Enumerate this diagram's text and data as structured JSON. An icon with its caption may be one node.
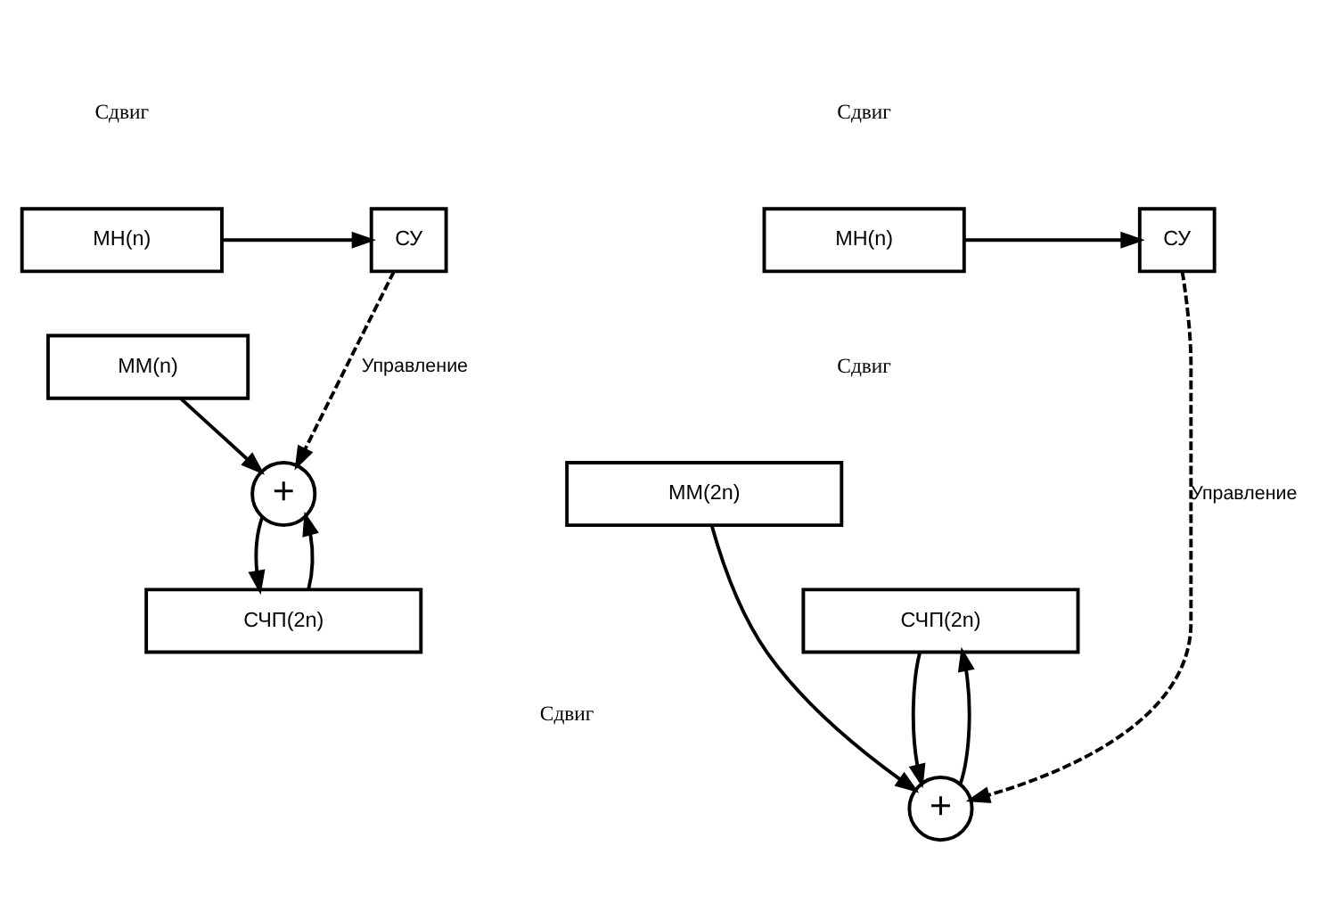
{
  "diagram": {
    "nodes": [
      {
        "text": [
          "МН(n)"
        ]
      },
      {
        "text": [
          "СУ"
        ]
      },
      {
        "text": [
          "ММ(n)"
        ]
      },
      {
        "text": [
          "+"
        ]
      },
      {
        "text": [
          "СЧП(2n)"
        ]
      },
      {
        "text": [
          "МН(n)"
        ]
      },
      {
        "text": [
          "СУ"
        ]
      },
      {
        "text": [
          "ММ(2n)"
        ]
      },
      {
        "text": [
          "+"
        ]
      },
      {
        "text": [
          "СЧП(2n)"
        ]
      }
    ],
    "edges": [
      {
        "from": 0,
        "to": 1,
        "arrow": "to"
      },
      {
        "from": 1,
        "to": 3,
        "arrow": "to",
        "style": "dashed",
        "label": "Управление"
      },
      {
        "from": 2,
        "to": 3,
        "arrow": "to"
      },
      {
        "from": 3,
        "to": 4,
        "arrow": "to"
      },
      {
        "from": 4,
        "to": 3,
        "arrow": "to"
      },
      {
        "from": 5,
        "to": 6,
        "arrow": "to"
      },
      {
        "from": 6,
        "to": 8,
        "arrow": "to",
        "style": "dashed",
        "label": "Управление"
      },
      {
        "from": 7,
        "to": 8,
        "arrow": "to"
      },
      {
        "from": 8,
        "to": 9,
        "arrow": "to"
      },
      {
        "from": 9,
        "to": 8,
        "arrow": "to"
      }
    ],
    "labels": [
      "Сдвиг",
      "Сдвиг",
      "Сдвиг",
      "Сдвиг"
    ]
  }
}
